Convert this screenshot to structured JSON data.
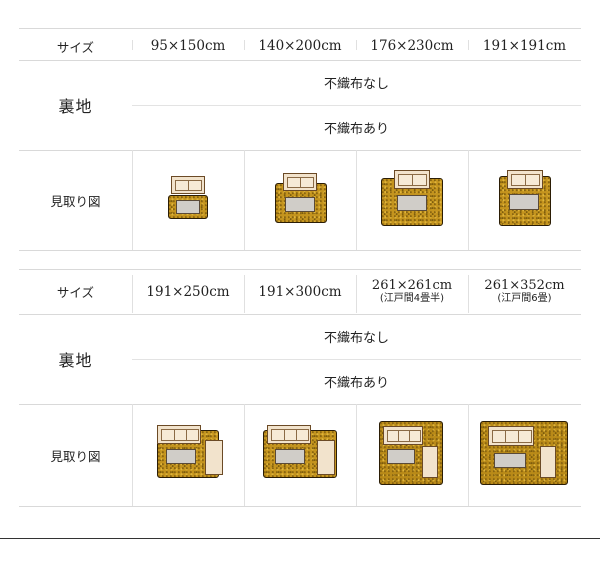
{
  "table1": {
    "size_label": "サイズ",
    "sizes": [
      "95×150cm",
      "140×200cm",
      "176×230cm",
      "191×191cm"
    ],
    "backing_label": "裏地",
    "backing_options": [
      "不織布なし",
      "不織布あり"
    ],
    "layout_label": "見取り図"
  },
  "table2": {
    "size_label": "サイズ",
    "sizes": [
      {
        "size": "191×250cm",
        "note": ""
      },
      {
        "size": "191×300cm",
        "note": ""
      },
      {
        "size": "261×261cm",
        "note": "(江戸間4畳半)"
      },
      {
        "size": "261×352cm",
        "note": "(江戸間6畳)"
      }
    ],
    "backing_label": "裏地",
    "backing_options": [
      "不織布なし",
      "不織布あり"
    ],
    "layout_label": "見取り図"
  },
  "colors": {
    "rug": "#c4941e",
    "sofa": "#f2e3cc",
    "table": "#d0cdc8",
    "outline": "#2b1d05"
  }
}
